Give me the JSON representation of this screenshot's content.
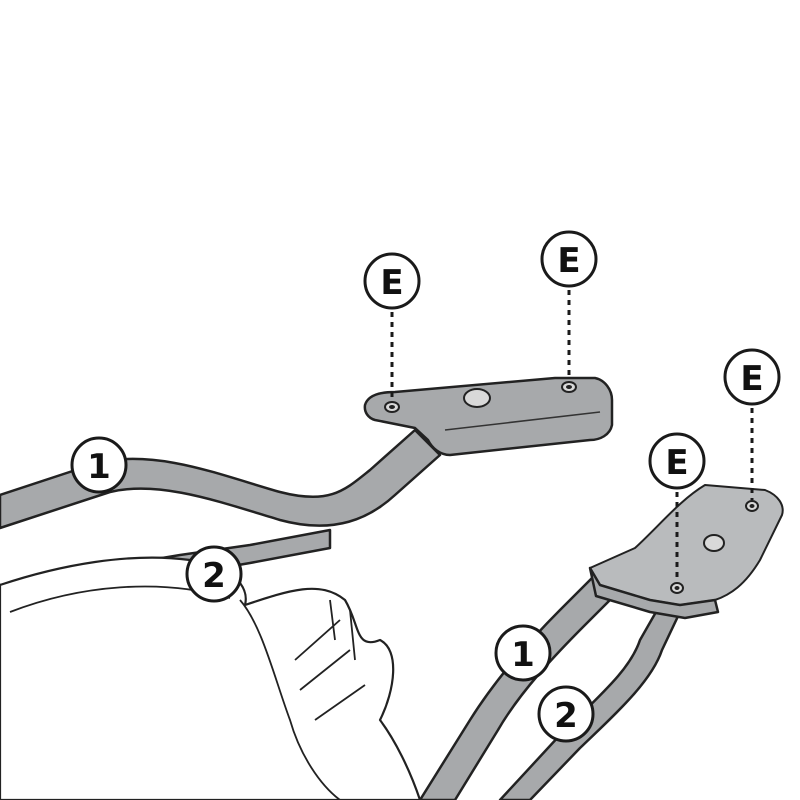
{
  "callouts": {
    "e_left_plate_left": "E",
    "e_left_plate_right": "E",
    "e_right_plate_left": "E",
    "e_right_plate_right": "E",
    "part_1_left": "1",
    "part_2_left": "2",
    "part_1_right": "1",
    "part_2_right": "2"
  },
  "colors": {
    "metal": "#a7a9ab",
    "outline": "#222222",
    "background": "#ffffff"
  }
}
